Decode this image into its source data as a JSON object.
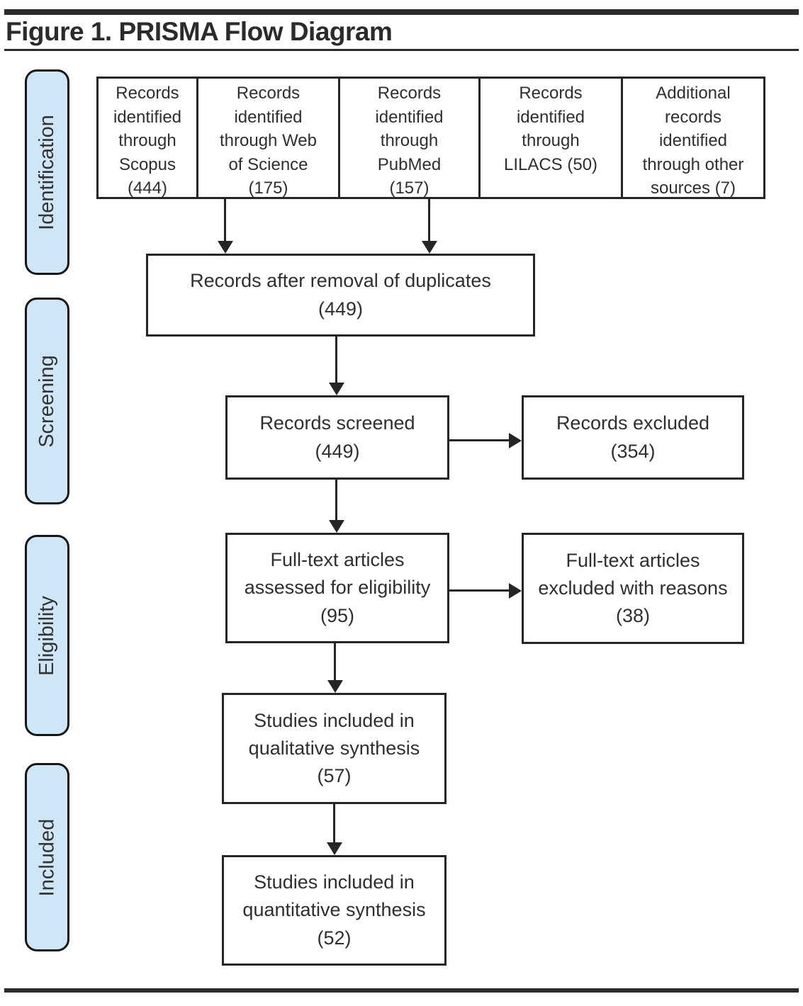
{
  "title": "Figure 1. PRISMA Flow Diagram",
  "stages": [
    {
      "label": "Identification"
    },
    {
      "label": "Screening"
    },
    {
      "label": "Eligibility"
    },
    {
      "label": "Included"
    }
  ],
  "sources": [
    {
      "text": "Records\nidentified\nthrough\nScopus\n(444)"
    },
    {
      "text": "Records\nidentified\nthrough Web\nof Science\n(175)"
    },
    {
      "text": "Records\nidentified\nthrough\nPubMed\n(157)"
    },
    {
      "text": "Records\nidentified\nthrough\nLILACS (50)"
    },
    {
      "text": "Additional\nrecords\nidentified\nthrough other\nsources (7)"
    }
  ],
  "flow": {
    "duplicates": "Records after removal of duplicates\n(449)",
    "screened": "Records screened\n(449)",
    "excluded": "Records excluded\n(354)",
    "fulltext": "Full-text articles\nassessed for eligibility\n(95)",
    "fulltext_excluded": "Full-text articles\nexcluded with reasons\n(38)",
    "qualitative": "Studies included in\nqualitative synthesis\n(57)",
    "quantitative": "Studies included in\nquantitative synthesis\n(52)"
  },
  "colors": {
    "stage_fill": "#cfe6f7",
    "line": "#262424",
    "text": "#2f2f2f"
  }
}
